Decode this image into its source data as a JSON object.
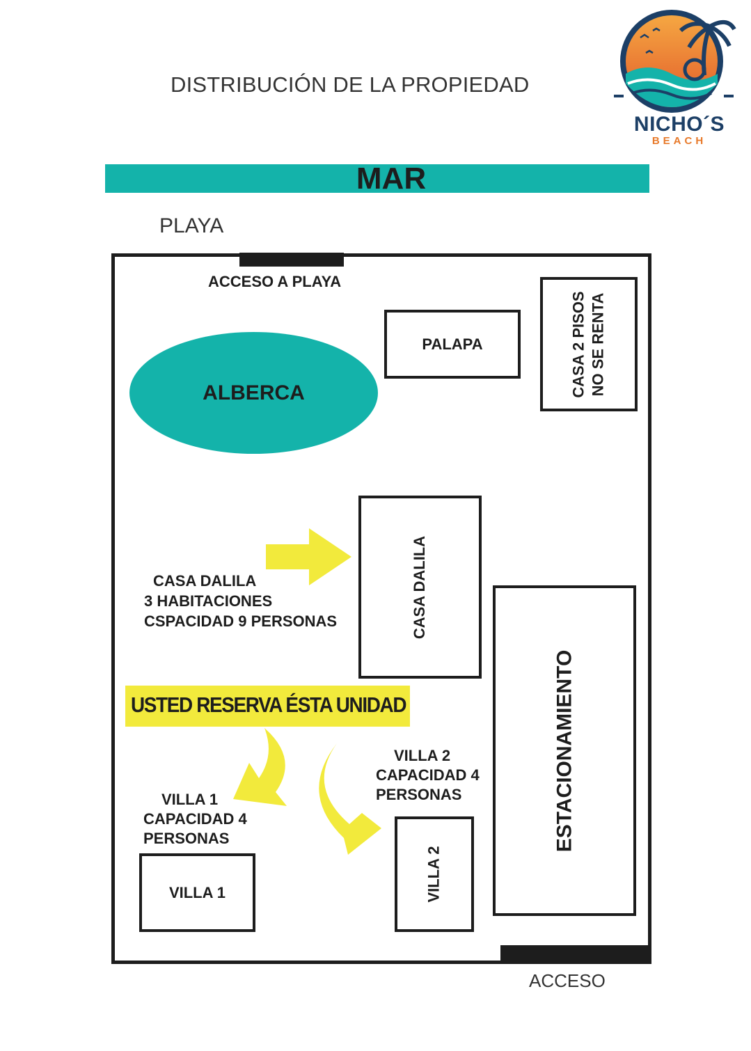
{
  "title": "DISTRIBUCIÓN DE LA PROPIEDAD",
  "logo": {
    "name": "NICHO´S",
    "sub": "BEACH",
    "icon": "palm-sunset-wave-icon"
  },
  "sea_label": "MAR",
  "beach_label": "PLAYA",
  "beach_access_label": "ACCESO A PLAYA",
  "palapa_label": "PALAPA",
  "house2_line1": "CASA 2 PISOS",
  "house2_line2": "NO SE RENTA",
  "pool_label": "ALBERCA",
  "casa_dalila_label": "CASA DALILA",
  "casa_dalila_info": [
    "CASA DALILA",
    "3 HABITACIONES",
    "CSPACIDAD 9 PERSONAS"
  ],
  "parking_label": "ESTACIONAMIENTO",
  "reserve_banner": "USTED RESERVA ÉSTA UNIDAD",
  "villa1_info": [
    "VILLA 1",
    "CAPACIDAD 4",
    "PERSONAS"
  ],
  "villa1_label": "VILLA 1",
  "villa2_info": [
    "VILLA 2",
    "CAPACIDAD 4",
    "PERSONAS"
  ],
  "villa2_label": "VILLA 2",
  "access_label": "ACCESO",
  "colors": {
    "sea": "#14b3aa",
    "highlight": "#f2ea3c",
    "line": "#1d1d1d",
    "logo_navy": "#1c3f66",
    "logo_orange": "#e87a2b"
  }
}
